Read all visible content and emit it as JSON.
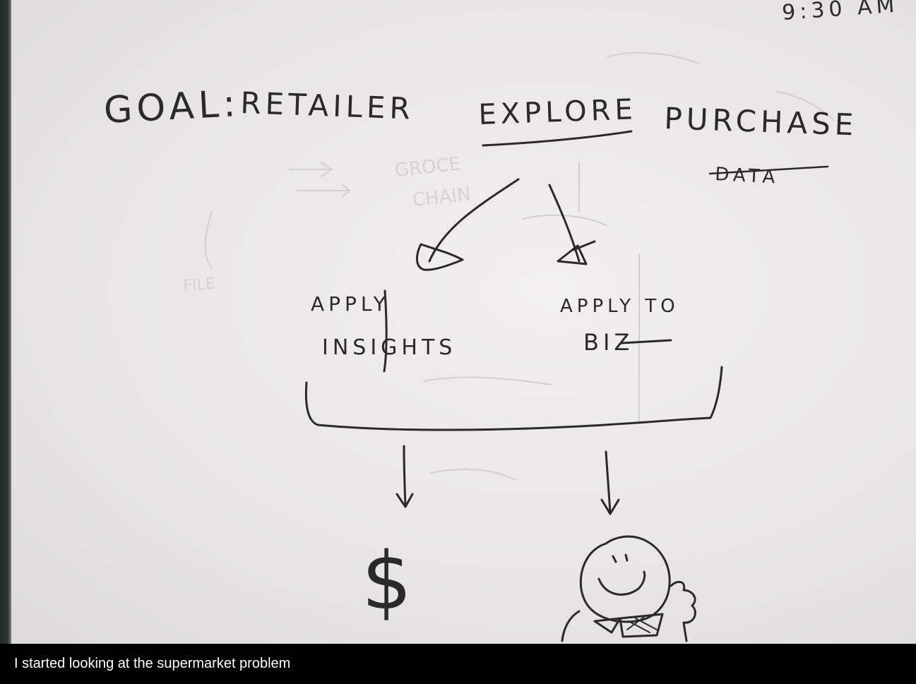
{
  "sketch": {
    "time_note": "9:30 AM",
    "goal_prefix": "GOAL:",
    "goal_word_retailer": "RETAILER",
    "goal_word_explore": "EXPLORE",
    "goal_word_purchase": "PURCHASE",
    "goal_word_data": "DATA",
    "left_branch_line1": "APPLY",
    "left_branch_line2": "INSIGHTS",
    "right_branch_line1": "APPLY TO",
    "right_branch_line2": "BIZ",
    "dollar_sign": "$"
  },
  "caption": {
    "text": "I started looking at the supermarket problem"
  },
  "colors": {
    "paper": "#ecebe9",
    "ink": "#2a2a2a",
    "caption_bg": "#000000",
    "caption_text": "#ffffff"
  }
}
